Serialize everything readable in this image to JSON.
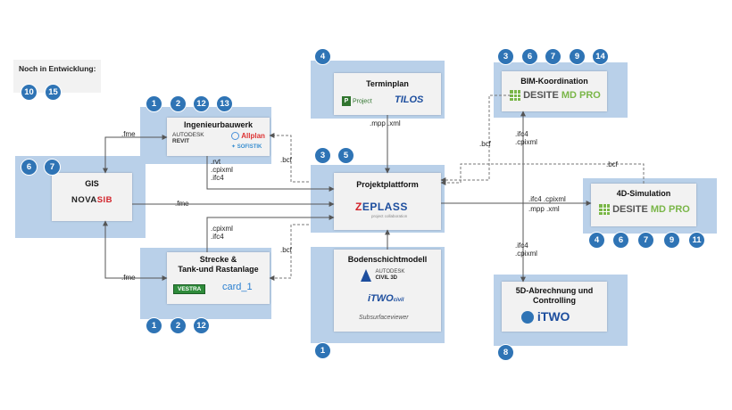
{
  "note": {
    "title": "Noch in Entwicklung:",
    "badges": [
      "10",
      "15"
    ]
  },
  "nodes": {
    "ingenieurbau": {
      "title": "Ingenieurbauwerk",
      "badges": [
        "1",
        "2",
        "12",
        "13"
      ],
      "logos": {
        "autodesk": "AUTODESK",
        "revit": "REVIT",
        "allplan": "Allplan",
        "sofistik": "SOFISTIK"
      }
    },
    "gis": {
      "title": "GIS",
      "badges": [
        "6",
        "7"
      ],
      "logo_a": "NOVA",
      "logo_b": "SIB"
    },
    "strecke": {
      "title_line1": "Strecke &",
      "title_line2": "Tank-und Rastanlage",
      "badges": [
        "1",
        "2",
        "12"
      ],
      "logos": {
        "vestra": "VESTRA",
        "card": "card_1"
      }
    },
    "terminplan": {
      "title": "Terminplan",
      "badges": [
        "4"
      ],
      "logos": {
        "project": "Project",
        "tilos": "TILOS"
      }
    },
    "projektplattform": {
      "title": "Projektplattform",
      "badges": [
        "3",
        "5"
      ],
      "logo": "EPLASS",
      "tagline": "project collaboration"
    },
    "bodenschicht": {
      "title": "Bodenschichtmodell",
      "badges": [
        "1"
      ],
      "logos": {
        "autodesk": "AUTODESK",
        "civil": "CIVIL 3D",
        "itwo": "iTWO",
        "itwo_sub": "civil",
        "subsurface": "Subsurfaceviewer"
      }
    },
    "bim": {
      "title": "BIM-Koordination",
      "badges": [
        "3",
        "6",
        "7",
        "9",
        "14"
      ],
      "logo_a": "DESITE",
      "logo_b": "MD PRO"
    },
    "sim4d": {
      "title": "4D-Simulation",
      "badges": [
        "4",
        "6",
        "7",
        "9",
        "11"
      ],
      "logo_a": "DESITE",
      "logo_b": "MD PRO"
    },
    "abrechnung": {
      "title_line1": "5D-Abrechnung und",
      "title_line2": "Controlling",
      "badges": [
        "8"
      ],
      "logo": "iTWO"
    }
  },
  "edge_labels": {
    "fme_ingenieur": ".fme",
    "fme_gis": ".fme",
    "fme_strecke": ".fme",
    "ingenieur_formats": [
      ".rvt",
      ".cpixml",
      ".ifc4"
    ],
    "strecke_formats": [
      ".cpixml",
      ".ifc4"
    ],
    "bcf_ingenieur": ".bcf",
    "bcf_strecke": ".bcf",
    "bcf_bim": ".bcf",
    "bcf_4d": ".bcf",
    "termin_formats": ".mpp  .xml",
    "bim_formats": [
      ".ifc4",
      ".cpixml"
    ],
    "sim4d_formats": [
      ".ifc4  .cpixml",
      ".mpp  .xml"
    ],
    "abrechnung_formats": [
      ".ifc4",
      ".cpixml"
    ]
  }
}
